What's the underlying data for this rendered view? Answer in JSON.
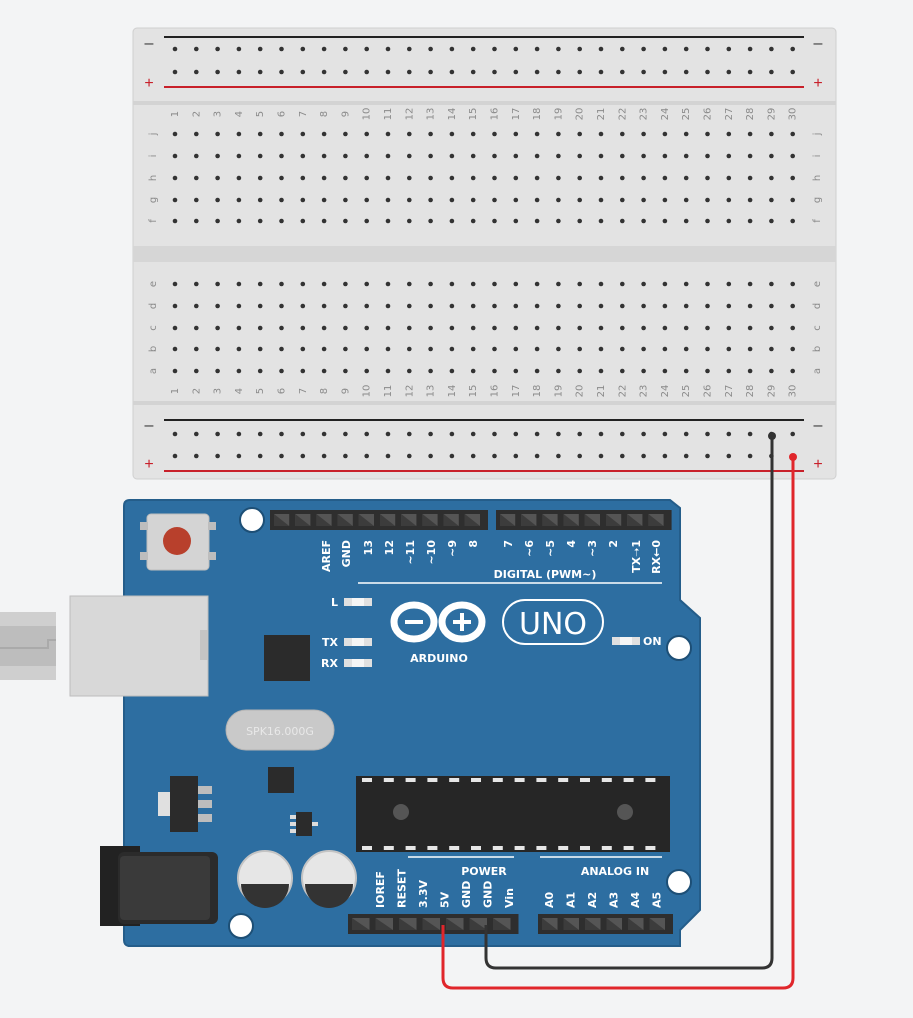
{
  "breadboard": {
    "rail_minus": "–",
    "rail_plus": "+",
    "columns": [
      "1",
      "2",
      "3",
      "4",
      "5",
      "6",
      "7",
      "8",
      "9",
      "10",
      "11",
      "12",
      "13",
      "14",
      "15",
      "16",
      "17",
      "18",
      "19",
      "20",
      "21",
      "22",
      "23",
      "24",
      "25",
      "26",
      "27",
      "28",
      "29",
      "30"
    ],
    "rows_top": [
      "j",
      "i",
      "h",
      "g",
      "f"
    ],
    "rows_bottom": [
      "e",
      "d",
      "c",
      "b",
      "a"
    ]
  },
  "arduino": {
    "brand": "ARDUINO",
    "model": "UNO",
    "digital_label": "DIGITAL (PWM~)",
    "power_label": "POWER",
    "analog_label": "ANALOG IN",
    "led_l": "L",
    "led_tx": "TX",
    "led_rx": "RX",
    "led_on": "ON",
    "crystal": "SPK16.000G",
    "digital_pins": [
      "AREF",
      "GND",
      "13",
      "12",
      "~11",
      "~10",
      "~9",
      "8",
      "7",
      "~6",
      "~5",
      "4",
      "~3",
      "2",
      "TX➝1",
      "RX←0"
    ],
    "power_pins": [
      "IOREF",
      "RESET",
      "3.3V",
      "5V",
      "GND",
      "GND",
      "Vin"
    ],
    "analog_pins": [
      "A0",
      "A1",
      "A2",
      "A3",
      "A4",
      "A5"
    ]
  },
  "wires": [
    {
      "name": "gnd-wire",
      "from": "Arduino GND",
      "to": "breadboard bottom – rail, column 29",
      "color": "#333333"
    },
    {
      "name": "5v-wire",
      "from": "Arduino 5V",
      "to": "breadboard bottom + rail, column 30",
      "color": "#e0262b"
    }
  ],
  "colors": {
    "board": "#2d6ea1",
    "board_edge": "#245d8a",
    "breadboard": "#e3e3e3",
    "hole": "#333333",
    "rail_red": "#c8202a",
    "rail_black": "#222222",
    "reset_button": "#b8402c"
  }
}
